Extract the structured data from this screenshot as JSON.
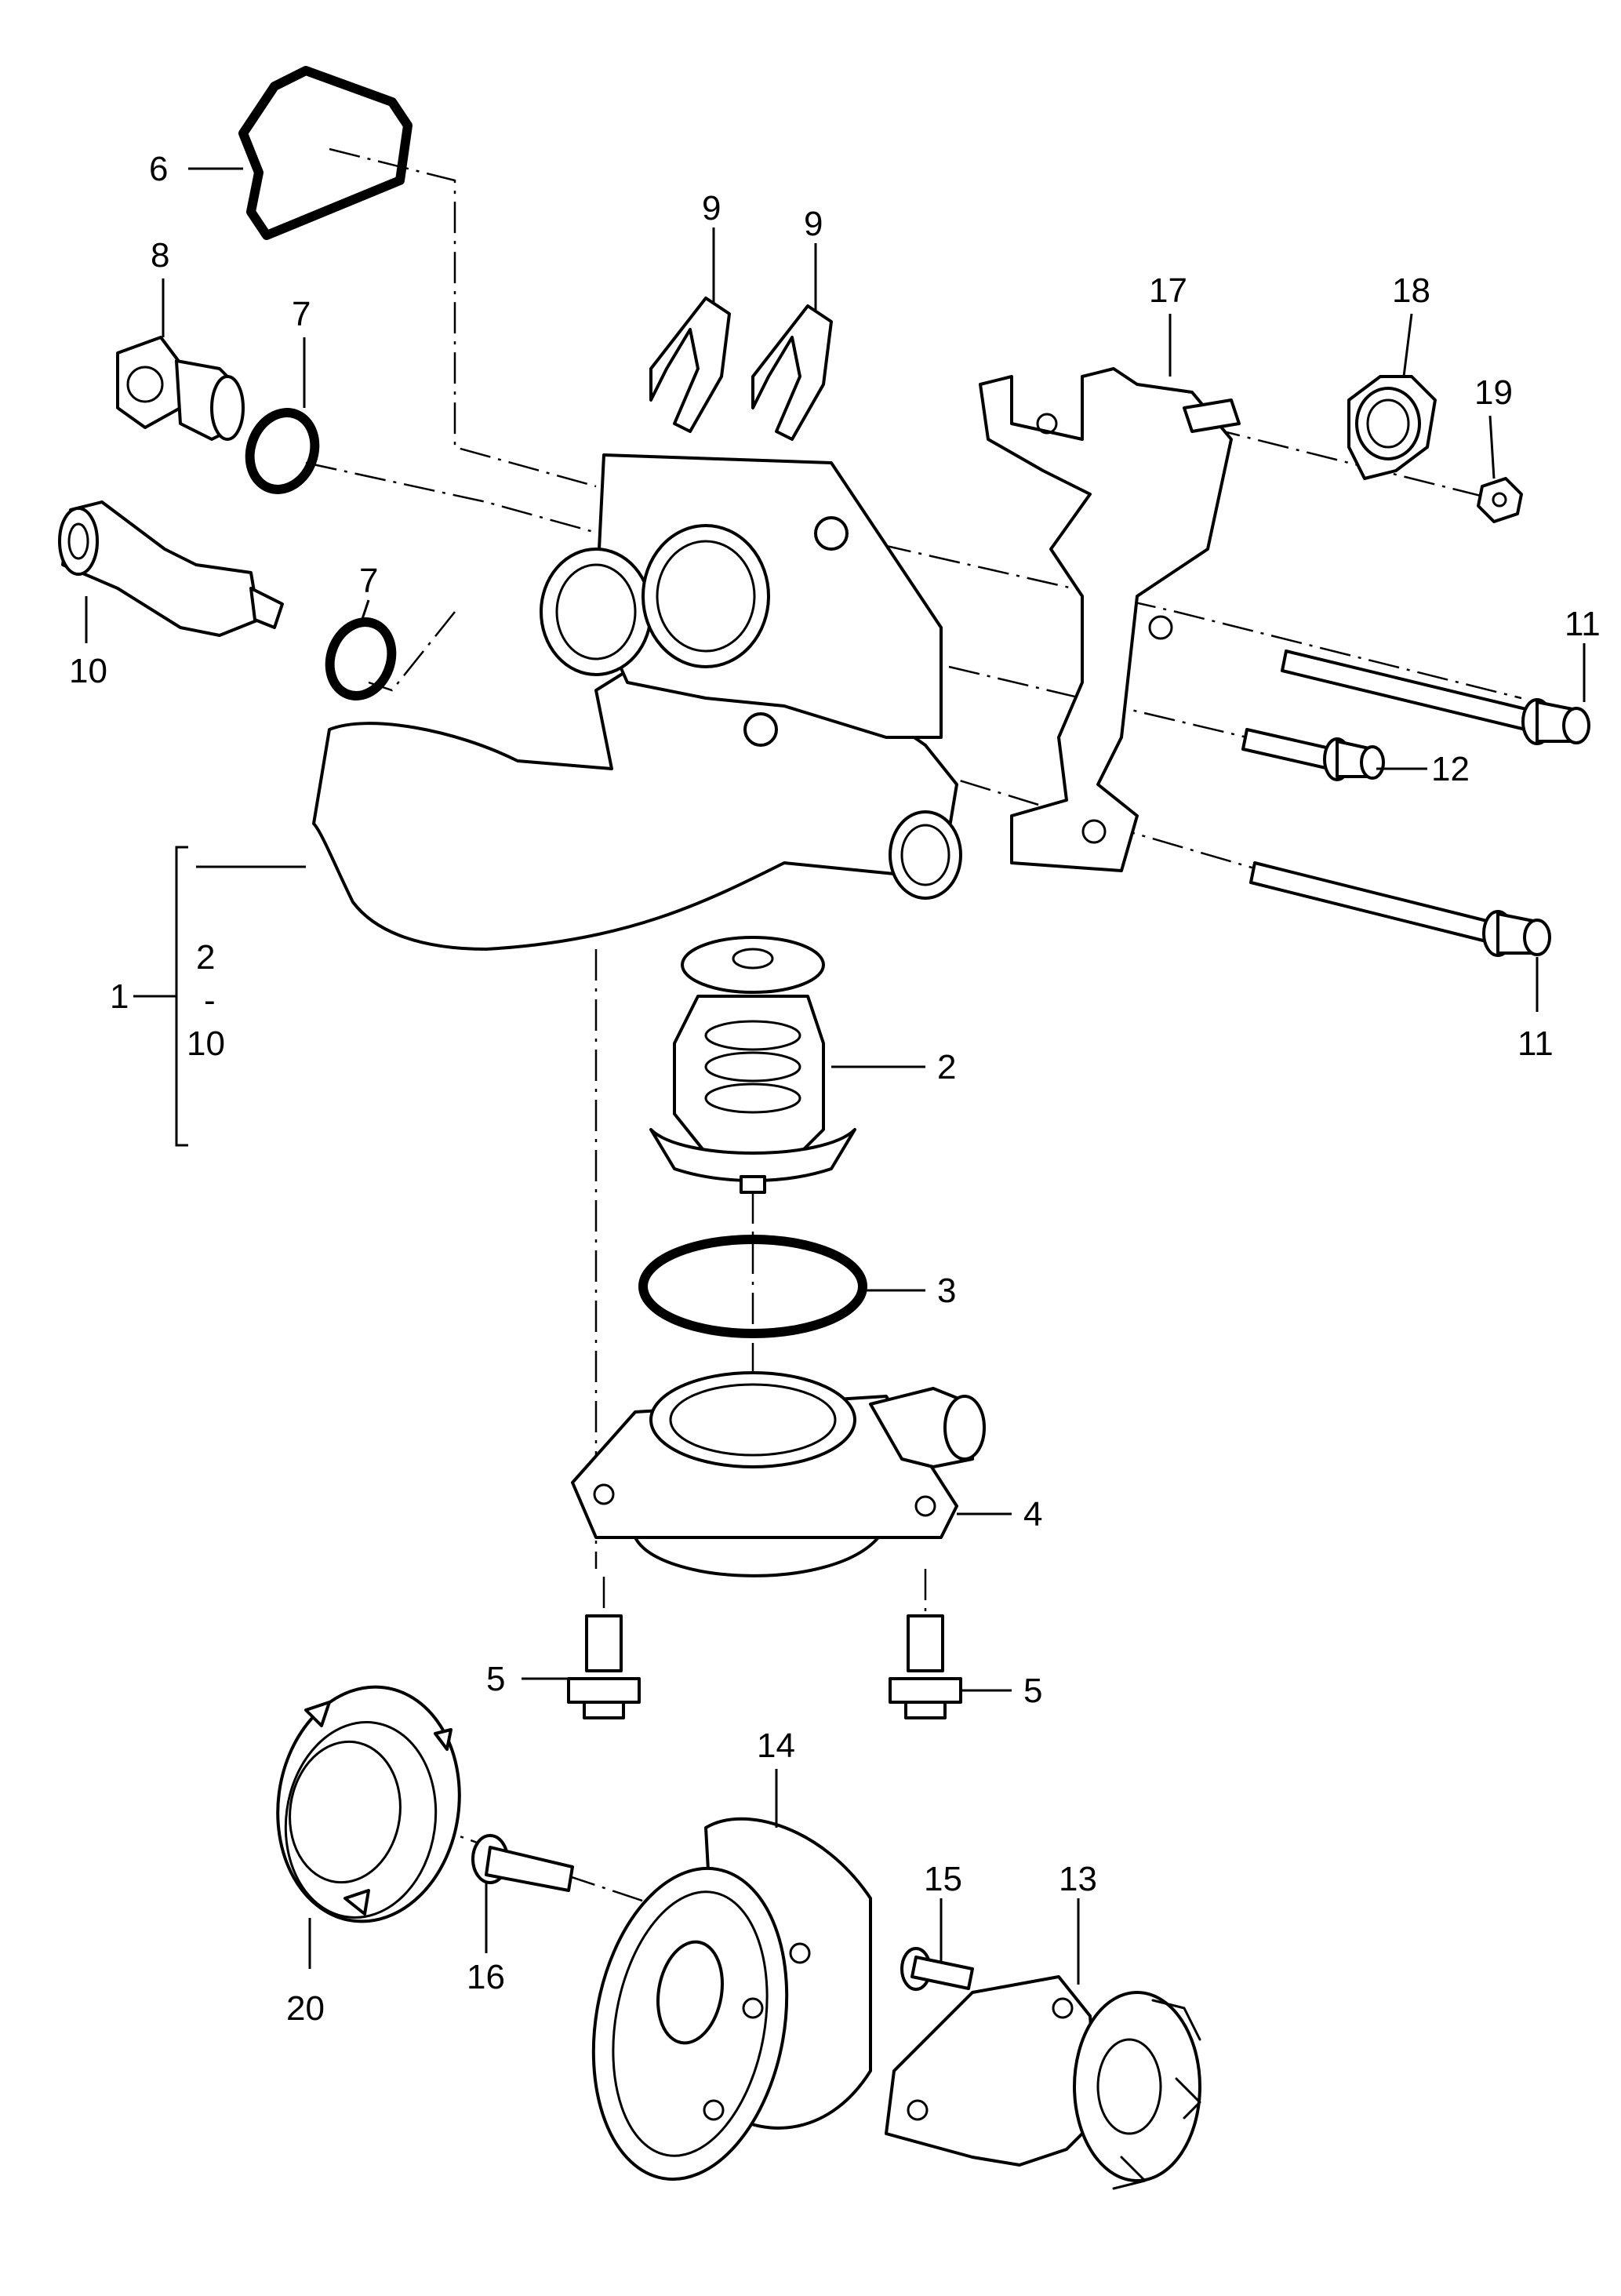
{
  "callouts": [
    {
      "id": "c6",
      "text": "6"
    },
    {
      "id": "c8",
      "text": "8"
    },
    {
      "id": "c7a",
      "text": "7"
    },
    {
      "id": "c9a",
      "text": "9"
    },
    {
      "id": "c9b",
      "text": "9"
    },
    {
      "id": "c17",
      "text": "17"
    },
    {
      "id": "c18",
      "text": "18"
    },
    {
      "id": "c19",
      "text": "19"
    },
    {
      "id": "c7b",
      "text": "7"
    },
    {
      "id": "c10",
      "text": "10"
    },
    {
      "id": "c11a",
      "text": "11"
    },
    {
      "id": "c12",
      "text": "12"
    },
    {
      "id": "c11b",
      "text": "11"
    },
    {
      "id": "c1",
      "text": "1"
    },
    {
      "id": "c1_range_start",
      "text": "2"
    },
    {
      "id": "c1_range_sep",
      "text": "-"
    },
    {
      "id": "c1_range_end",
      "text": "10"
    },
    {
      "id": "c2",
      "text": "2"
    },
    {
      "id": "c3",
      "text": "3"
    },
    {
      "id": "c4",
      "text": "4"
    },
    {
      "id": "c5a",
      "text": "5"
    },
    {
      "id": "c5b",
      "text": "5"
    },
    {
      "id": "c14",
      "text": "14"
    },
    {
      "id": "c15",
      "text": "15"
    },
    {
      "id": "c13",
      "text": "13"
    },
    {
      "id": "c20",
      "text": "20"
    },
    {
      "id": "c16",
      "text": "16"
    }
  ]
}
